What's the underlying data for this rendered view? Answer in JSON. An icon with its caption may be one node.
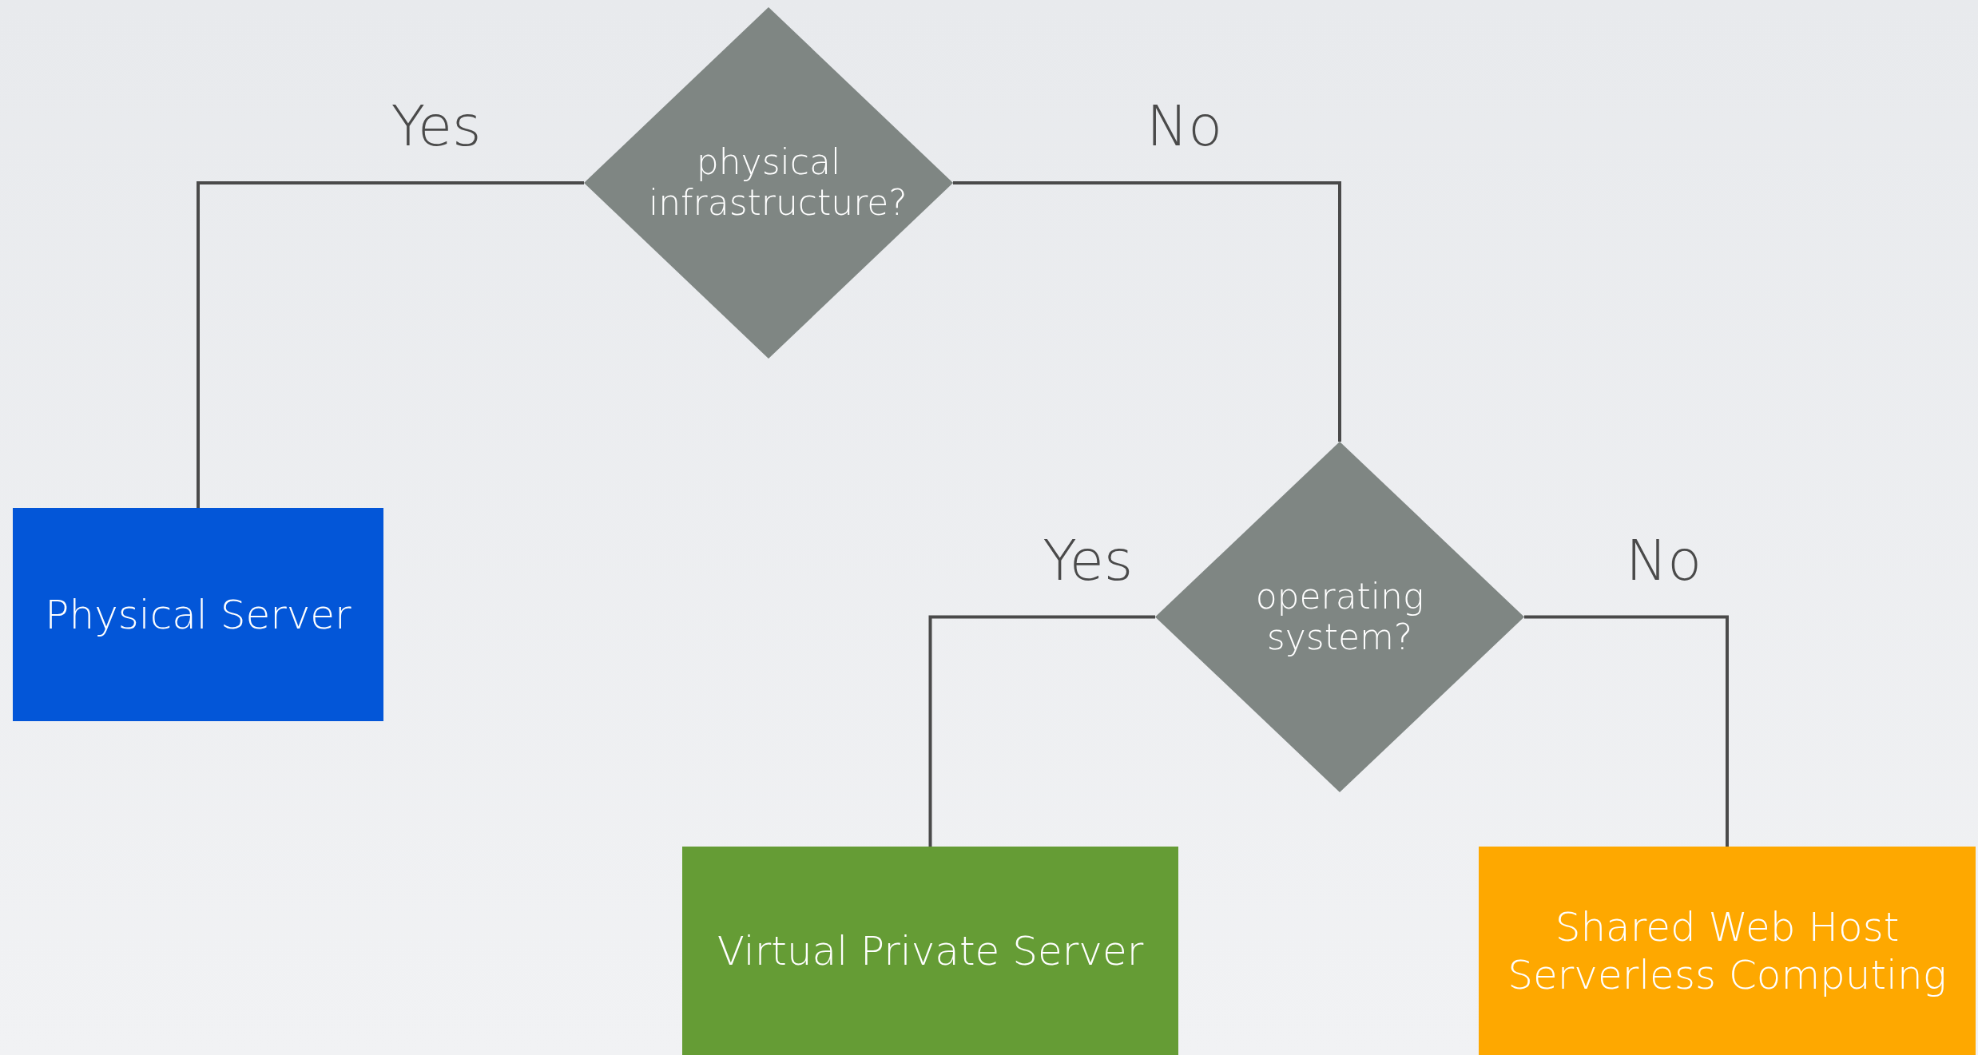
{
  "diagram": {
    "nodes": [
      {
        "text": [
          "physical infrastructure?"
        ]
      },
      {
        "text": [
          "Physical Server"
        ]
      },
      {
        "text": [
          "operating system?"
        ]
      },
      {
        "text": [
          "Virtual Private Server"
        ]
      },
      {
        "text": [
          "Shared Web Host Serverless Computing"
        ]
      }
    ],
    "edges": [
      {
        "from": 0,
        "to": 1,
        "arrow": "none",
        "label": "Yes"
      },
      {
        "from": 0,
        "to": 2,
        "arrow": "none",
        "label": "No"
      },
      {
        "from": 2,
        "to": 3,
        "arrow": "none",
        "label": "Yes"
      },
      {
        "from": 2,
        "to": 4,
        "arrow": "none",
        "label": "No"
      }
    ]
  }
}
